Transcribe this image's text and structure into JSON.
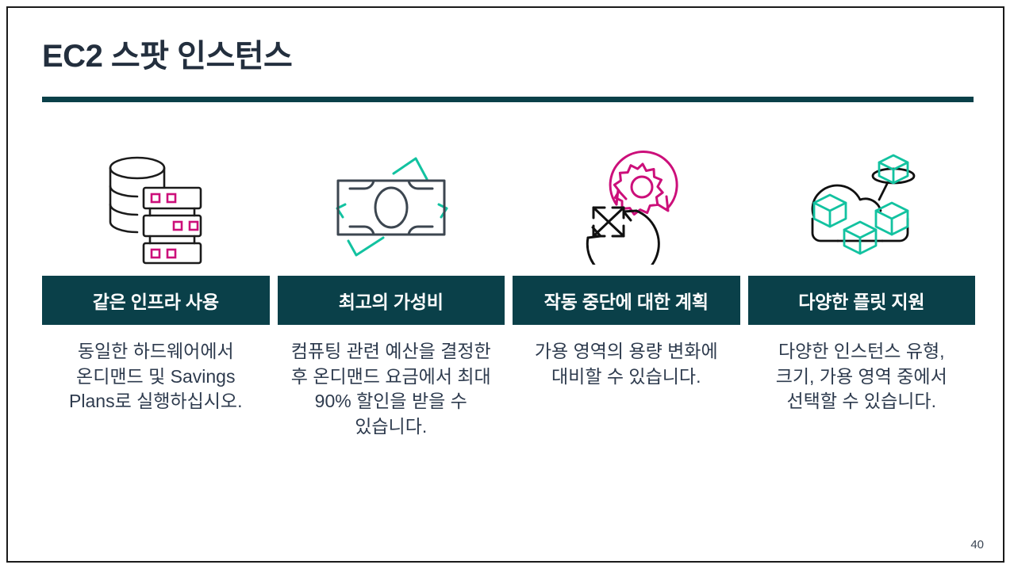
{
  "slide": {
    "title": "EC2 스팟 인스턴스",
    "page_number": "40",
    "colors": {
      "title_text": "#232F3E",
      "band": "#0A4049",
      "rule": "#0A4049",
      "body_text": "#2E3B4E",
      "accent_magenta": "#CC0F7A",
      "accent_teal": "#12C2A0",
      "ink": "#1B1B1B",
      "background": "#FFFFFF"
    }
  },
  "columns": [
    {
      "icon": "database-servers-icon",
      "header": "같은 인프라 사용",
      "body": "동일한 하드웨어에서 온디맨드 및 Savings Plans로 실행하십시오."
    },
    {
      "icon": "banknote-money-icon",
      "header": "최고의 가성비",
      "body": "컴퓨팅 관련 예산을 결정한 후 온디맨드 요금에서 최대 90% 할인을 받을 수 있습니다."
    },
    {
      "icon": "gear-refresh-scale-icon",
      "header": "작동 중단에 대한 계획",
      "body": "가용 영역의 용량 변화에 대비할 수 있습니다."
    },
    {
      "icon": "cloud-cubes-fleet-icon",
      "header": "다양한 플릿 지원",
      "body": "다양한 인스턴스 유형, 크기, 가용 영역 중에서 선택할 수 있습니다."
    }
  ]
}
